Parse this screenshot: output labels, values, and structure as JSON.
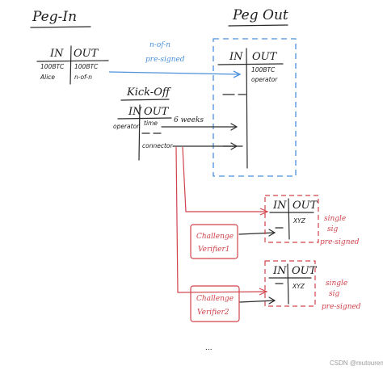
{
  "peg_in": {
    "title": "Peg-In",
    "in_header": "IN",
    "out_header": "OUT",
    "in_value": "100BTC",
    "in_owner": "Alice",
    "out_value": "100BTC",
    "out_condition": "n-of-n"
  },
  "presign_note": {
    "line1": "n-of-n",
    "line2": "pre-signed"
  },
  "peg_out": {
    "title": "Peg Out",
    "in_header": "IN",
    "out_header": "OUT",
    "out_value": "100BTC",
    "out_owner": "operator"
  },
  "kick_off": {
    "title": "Kick-Off",
    "in_header": "IN",
    "out_header": "OUT",
    "in_owner": "operator",
    "out_time": "time",
    "out_connector": "connector",
    "time_note": "6 weeks"
  },
  "challenge_1": {
    "verifier_line1": "Challenge",
    "verifier_line2": "Verifier1",
    "in_header": "IN",
    "out_header": "OUT",
    "out_value": "XYZ",
    "note_line1": "single",
    "note_line2": "sig",
    "note_line3": "pre-signed"
  },
  "challenge_2": {
    "verifier_line1": "Challenge",
    "verifier_line2": "Verifier2",
    "in_header": "IN",
    "out_header": "OUT",
    "out_value": "XYZ",
    "note_line1": "single",
    "note_line2": "sig",
    "note_line3": "pre-signed"
  },
  "ellipsis": "...",
  "watermark": "CSDN @mutourend",
  "colors": {
    "ink": "#1d1d1d",
    "blue": "#4a90d9",
    "red": "#d0434b"
  }
}
